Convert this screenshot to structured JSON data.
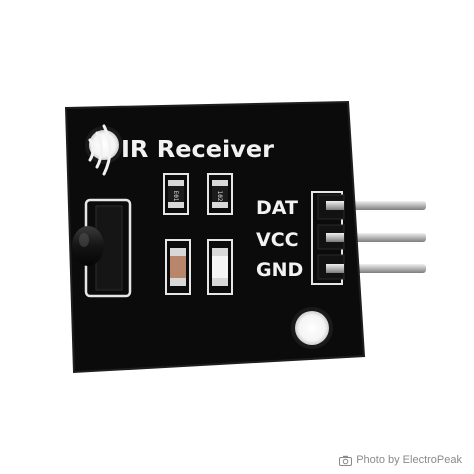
{
  "board": {
    "title": "IR Receiver",
    "pins": [
      "DAT",
      "VCC",
      "GND"
    ],
    "resistor_marks": [
      "E01",
      "102"
    ]
  },
  "credit": {
    "text": "Photo by ElectroPeak",
    "icon": "camera-icon"
  },
  "colors": {
    "pcb": "#0b0b0b",
    "silkscreen": "#f2f2f2",
    "pin_metal": "#c9c9c9",
    "background": "#ffffff"
  }
}
